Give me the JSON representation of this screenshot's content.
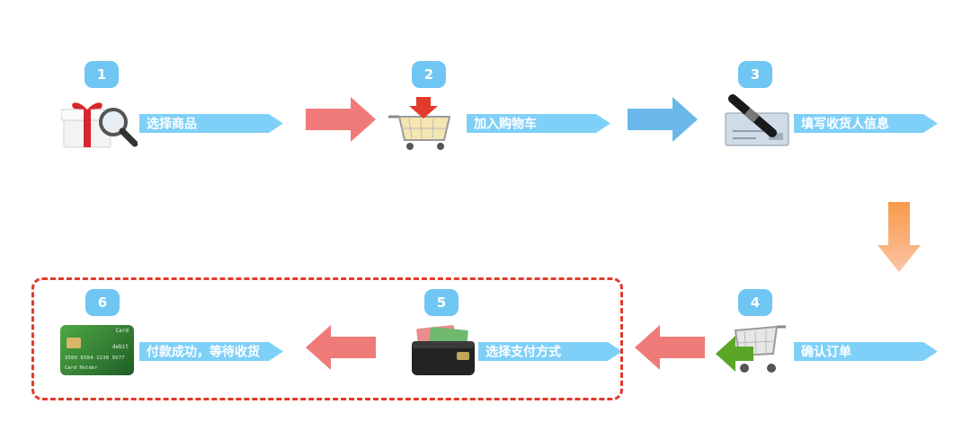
{
  "steps": [
    {
      "number": "1",
      "label": "选择商品",
      "icon": "gift-magnifier-icon"
    },
    {
      "number": "2",
      "label": "加入购物车",
      "icon": "cart-add-icon"
    },
    {
      "number": "3",
      "label": "填写收货人信息",
      "icon": "check-pen-icon"
    },
    {
      "number": "4",
      "label": "确认订单",
      "icon": "cart-confirm-icon"
    },
    {
      "number": "5",
      "label": "选择支付方式",
      "icon": "wallet-icon"
    },
    {
      "number": "6",
      "label": "付款成功，等待收货",
      "icon": "credit-card-icon"
    }
  ],
  "card": {
    "brand": "Card",
    "type": "debit",
    "number": "3589 6584 1238 9577",
    "holder": "Card Holder"
  },
  "colors": {
    "badge": "#6fc6f3",
    "label_arrow": "#7fd0f8",
    "arrow_red": "#ef7b79",
    "arrow_blue": "#6ab8ea",
    "arrow_orange_top": "#f89a4a",
    "arrow_orange_bottom": "#fbc3a4",
    "frame": "#e33a2a"
  }
}
